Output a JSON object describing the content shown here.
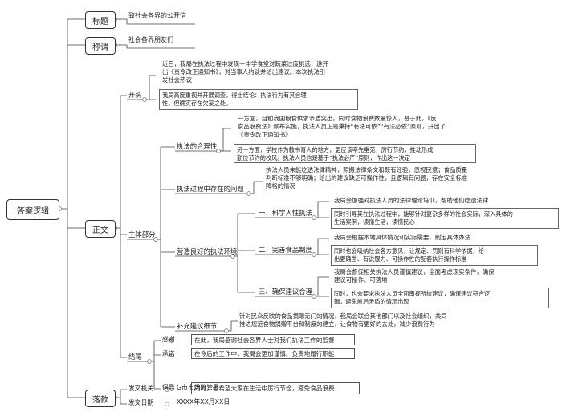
{
  "root": "答案逻辑",
  "title": {
    "label": "标题",
    "text": "致社会各界的公开信"
  },
  "salutation": {
    "label": "称谓",
    "text": "社会各界朋友们"
  },
  "body": {
    "label": "正文",
    "opening": {
      "label": "开头",
      "p1": [
        "近日，我局在执法过程中发现一中学食堂对蔬菜过度挑选，遂开",
        "出《责令改正通知书》，对当事人约谈并给出建议。本次执法引",
        "发社会热议"
      ],
      "p2": [
        "我局高度重视并开展调查，得出结论：执法行为有其合理",
        "性，但确实存在欠妥之处。"
      ]
    },
    "main": {
      "label": "主体部分",
      "reason": {
        "label": "执法的合理性",
        "p1": [
          "一方面，目前我国粮食供求矛盾突出，同时食物浪费数量惊人，基于此，《反",
          "食品浪费法》颁布实施，执法人员正是秉持“有法可依”“有法必依”原则，开出了",
          "《责令改正通知书》"
        ],
        "p2": [
          "另一方面，学校作为教书育人的地方，更应该率先垂范，厉行节约，推动形成",
          "勤俭节约的校风。执法人员也是基于“执法必严”原则，作出这一决定"
        ]
      },
      "problem": {
        "label": "执法过程中存在的问题",
        "p": [
          "执法人员未能吃透法律精神，照搬法律条文和既有经验，忽视民意；食品质量",
          "判断标准不够明确；给出的建议缺乏可操作性，且逻辑有问题，存在安全标准",
          "降格的情况"
        ]
      },
      "env": {
        "label": "营造良好的执法环境",
        "s1": {
          "label": "一、科学人性执法",
          "p1": "我局会加强对执法人员的法律理论培训，帮助他们吃透法律",
          "p2": [
            "同时引导其在执法过程中，能够针对复杂多样的社会实际，深入具体的",
            "生活案例，读懂生活，读懂民心"
          ]
        },
        "s2": {
          "label": "二、完善食品制度",
          "p1": "我局会根据本地具体情况和实际需要，制定具体办法",
          "p2": [
            "同时也会吸纳社会各方意见，让规定、罚则有科学依据，给",
            "出更确凿、有说服力、可操作性的配套执行操作标准"
          ]
        },
        "s3": {
          "label": "三、确保建议合理",
          "p1": [
            "我局会督促相关执法人员谨慎建议，全面考虑现实条件，确保",
            "建议可操作、可落地"
          ],
          "p2": [
            "同时，也会要求执法人员全面审视所给建议，确保建议符合逻",
            "辑，避免前后矛盾的情况出现"
          ]
        }
      },
      "supplement": {
        "label": "补充建议细节",
        "p": [
          "针对民众反映的食品捐赠无门的情况，我局会联合其他部门以及社会组织，共同",
          "推进规范食物捐赠平台和制度的建立，让食物有更好的去处，减少浪费行为"
        ]
      }
    },
    "ending": {
      "label": "结尾",
      "rows": [
        {
          "key": "感谢",
          "text": "在此，我局感谢社会各界人士对我们执法工作的监督"
        },
        {
          "key": "承诺",
          "text": "在今后的工作中，我局会更加谨慎、负责地履行职能"
        },
        {
          "key": "倡导",
          "text": "同时，也希望大家在生活中厉行节俭，避免食品浪费！"
        }
      ]
    }
  },
  "signature": {
    "label": "落款",
    "rows": [
      {
        "key": "发文机关",
        "text": "G市市场监管局"
      },
      {
        "key": "发文日期",
        "text": "XXXX年XX月XX日"
      }
    ]
  }
}
